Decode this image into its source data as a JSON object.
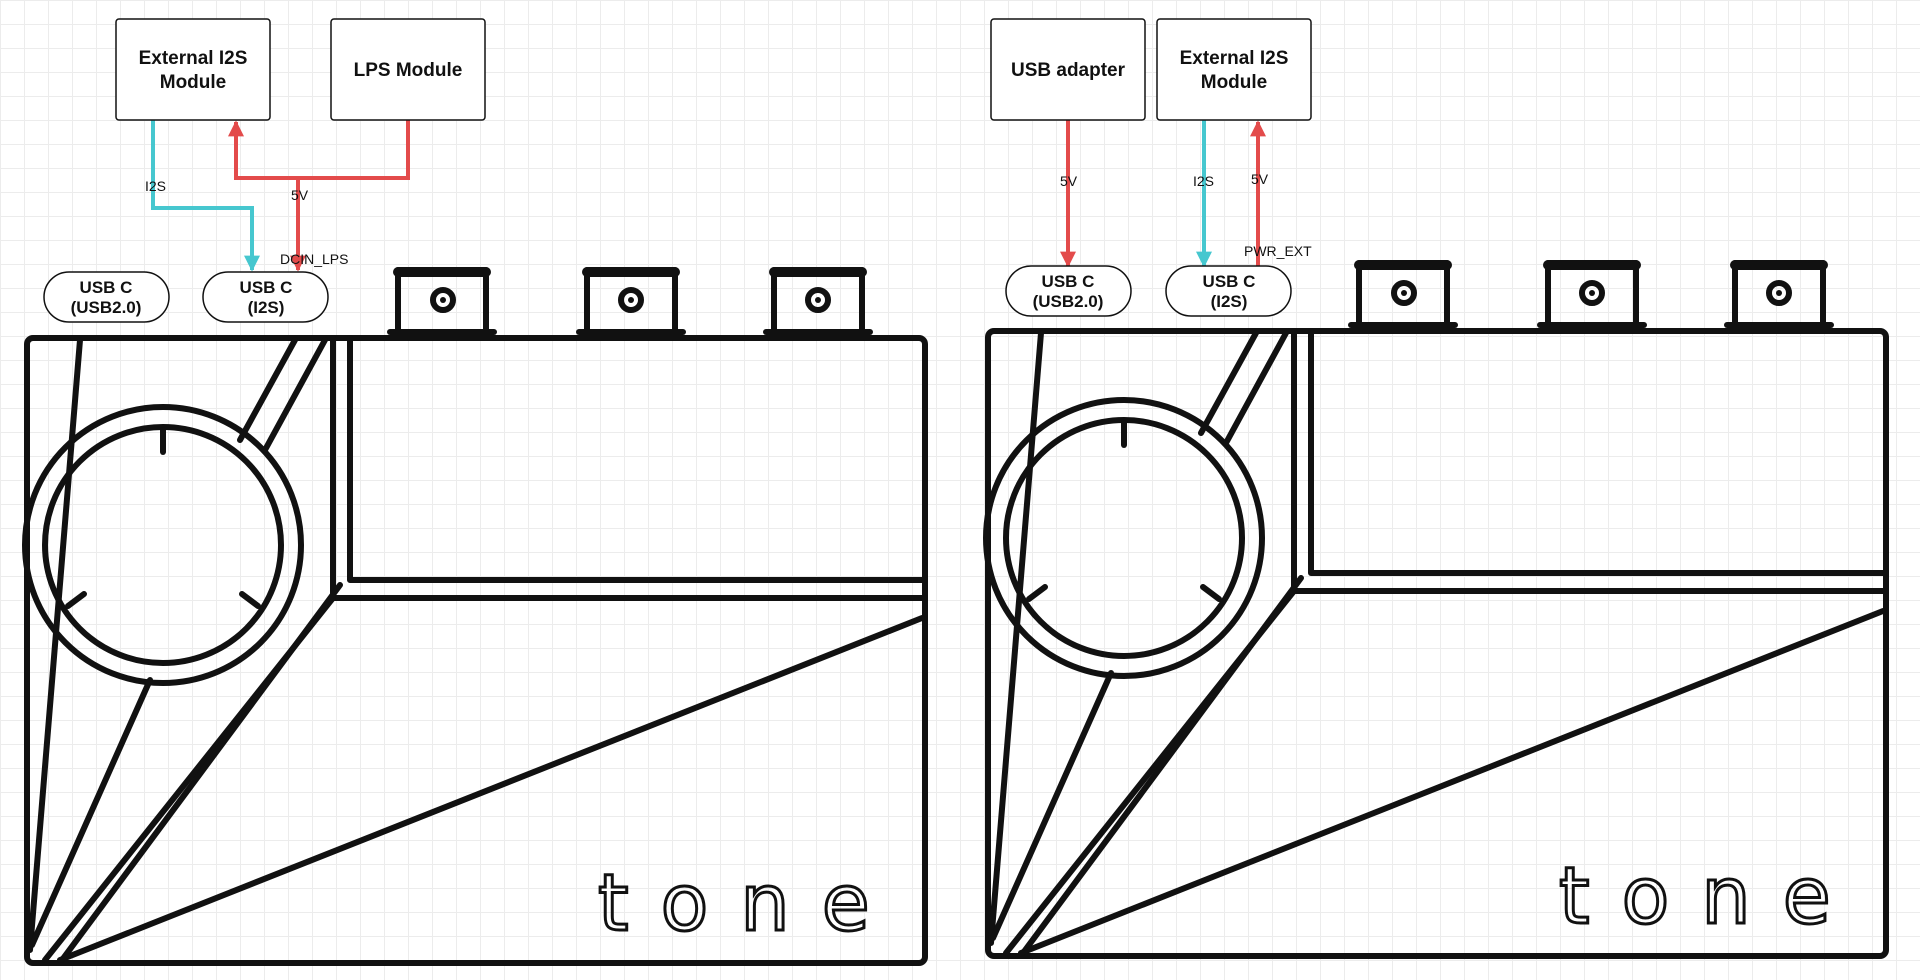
{
  "left": {
    "boxes": {
      "ext_i2s": [
        "External I2S",
        "Module"
      ],
      "lps": "LPS Module"
    },
    "wires": {
      "i2s": "I2S",
      "v5": "5V",
      "dcin": "DCIN_LPS"
    },
    "ports": {
      "usb2": [
        "USB C",
        "(USB2.0)"
      ],
      "i2s": [
        "USB C",
        "(I2S)"
      ]
    },
    "brand": "tone"
  },
  "right": {
    "boxes": {
      "usb_adapter": "USB adapter",
      "ext_i2s": [
        "External I2S",
        "Module"
      ]
    },
    "wires": {
      "v5_adapter": "5V",
      "i2s": "I2S",
      "v5_ext": "5V",
      "pwr_ext": "PWR_EXT"
    },
    "ports": {
      "usb2": [
        "USB C",
        "(USB2.0)"
      ],
      "i2s": [
        "USB C",
        "(I2S)"
      ]
    },
    "brand": "tone"
  },
  "colors": {
    "power_wire": "#e34b4b",
    "i2s_wire": "#46c7cf",
    "outline": "#111111"
  }
}
